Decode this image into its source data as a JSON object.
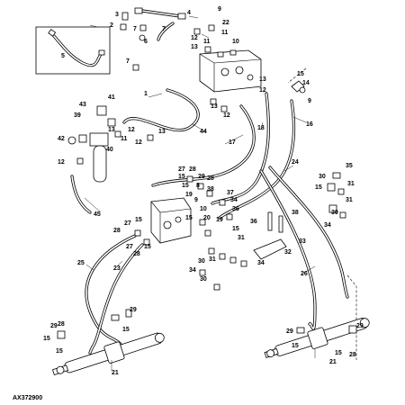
{
  "figure_id": "AX372900",
  "callouts": {
    "c1": "1",
    "c2": "2",
    "c3": "3",
    "c4": "4",
    "c5": "5",
    "c6": "6",
    "c7": "7",
    "c8": "8",
    "c9": "9",
    "c10": "10",
    "c11": "11",
    "c12": "12",
    "c13": "13",
    "c14": "14",
    "c15": "15",
    "c16": "16",
    "c17": "17",
    "c18": "18",
    "c19": "19",
    "c20": "20",
    "c21": "21",
    "c22": "22",
    "c23": "23",
    "c24": "24",
    "c25": "25",
    "c26": "26",
    "c27": "27",
    "c28": "28",
    "c29": "29",
    "c30": "30",
    "c31": "31",
    "c32": "32",
    "c33": "33",
    "c34": "34",
    "c35": "35",
    "c36": "36",
    "c37": "37",
    "c38": "38",
    "c39": "39",
    "c40": "40",
    "c41": "41",
    "c42": "42",
    "c43": "43",
    "c44": "44",
    "c45": "45"
  }
}
